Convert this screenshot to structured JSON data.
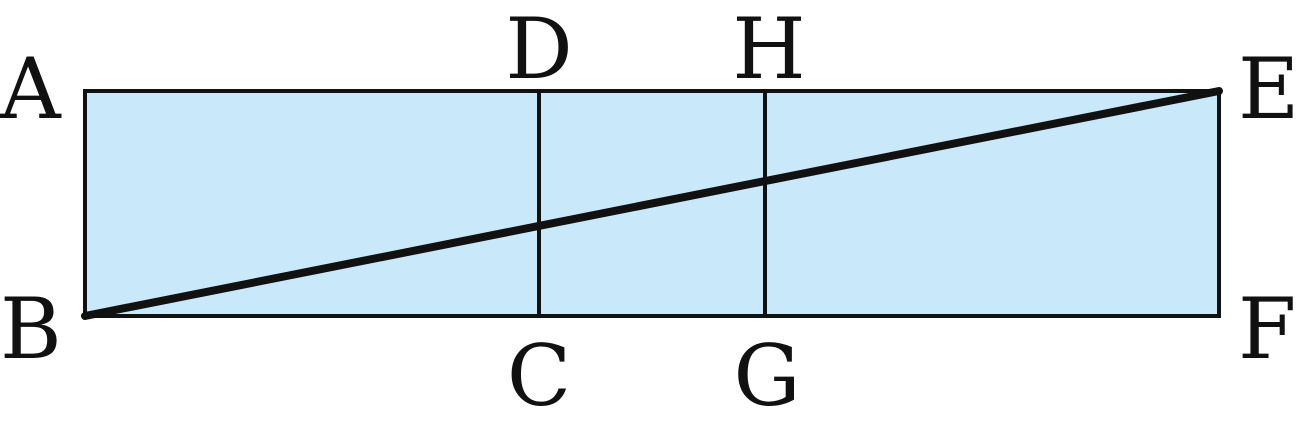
{
  "figure": {
    "points": {
      "A": "A",
      "B": "B",
      "C": "C",
      "D": "D",
      "E": "E",
      "F": "F",
      "G": "G",
      "H": "H"
    },
    "segments": [
      [
        "A",
        "E"
      ],
      [
        "B",
        "F"
      ],
      [
        "A",
        "B"
      ],
      [
        "E",
        "F"
      ],
      [
        "D",
        "C"
      ],
      [
        "H",
        "G"
      ],
      [
        "B",
        "E"
      ]
    ],
    "fill_color": "#c9e8fa",
    "stroke_color": "#111111"
  }
}
